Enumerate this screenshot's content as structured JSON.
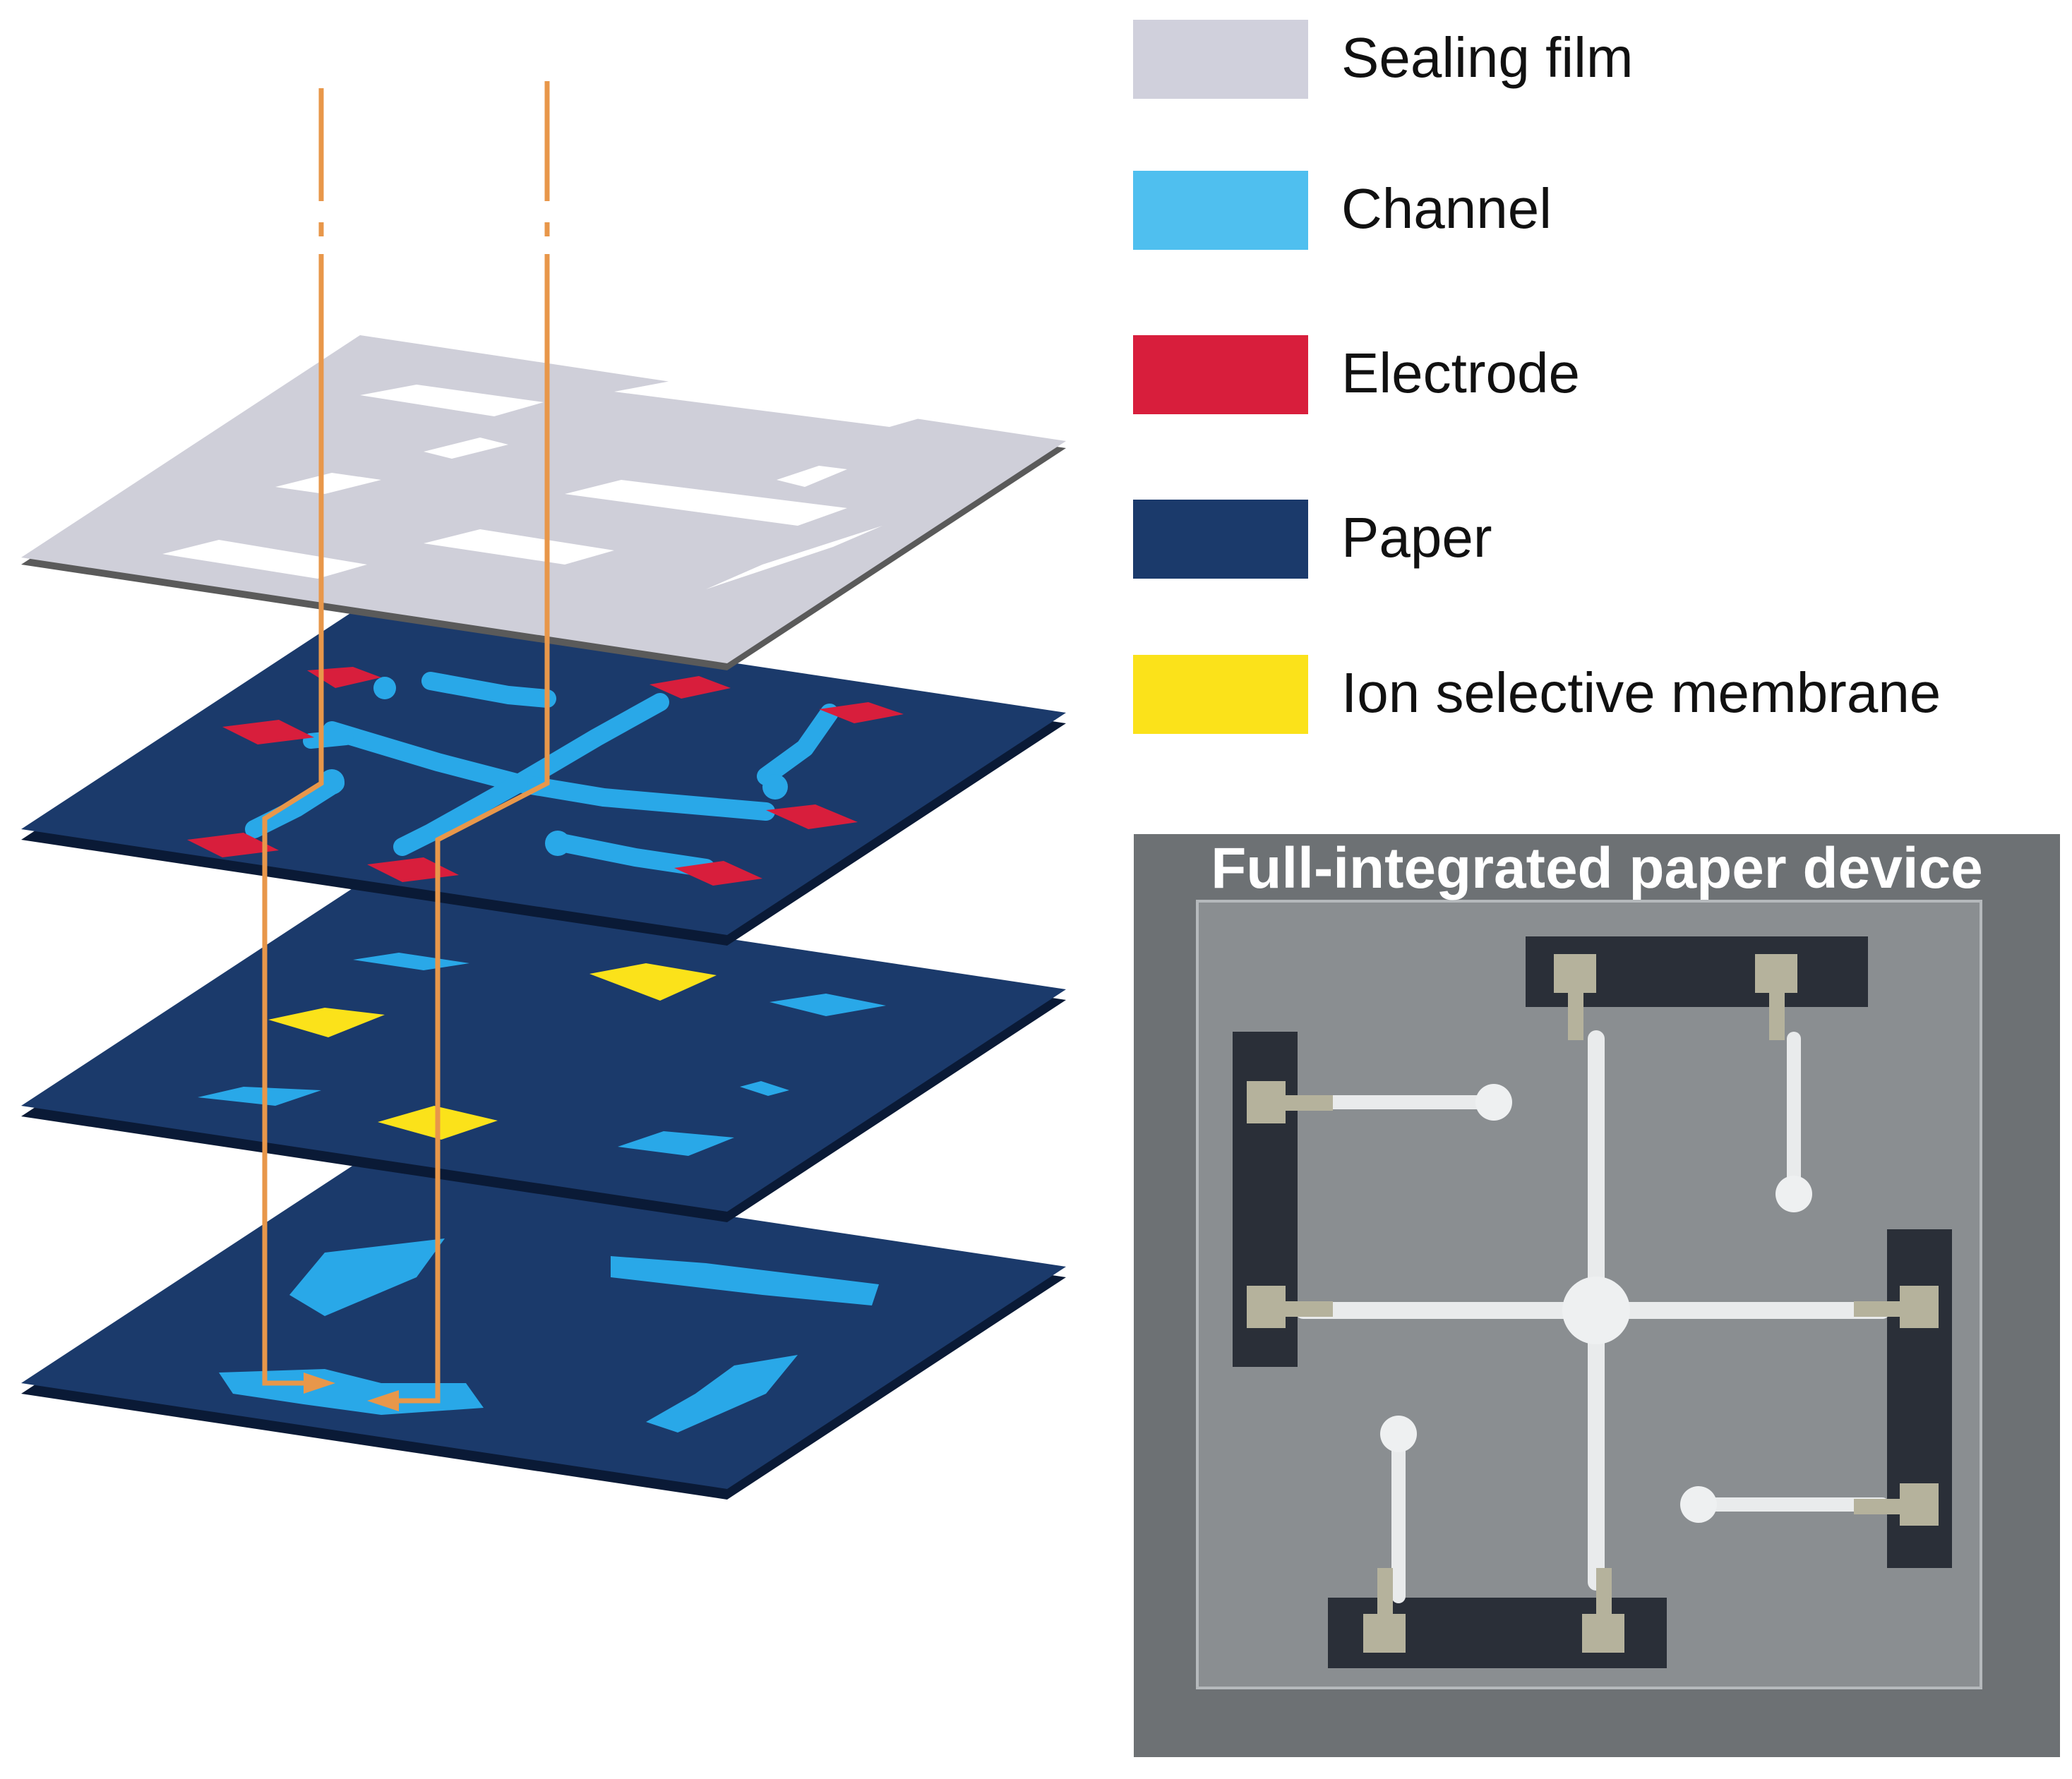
{
  "legend": {
    "items": [
      {
        "label": "Sealing film",
        "color": "#cfcfd9"
      },
      {
        "label": "Channel",
        "color": "#4fbfef"
      },
      {
        "label": "Electrode",
        "color": "#d81e3c"
      },
      {
        "label": "Paper",
        "color": "#1b3a6b"
      },
      {
        "label": "Ion selective membrane",
        "color": "#fbe21a"
      }
    ]
  },
  "photo": {
    "title": "Full-integrated paper device"
  },
  "colors": {
    "sealing_film": "#cfcfd9",
    "sealing_edge": "#5a5a5a",
    "channel": "#29a8e8",
    "electrode": "#d81e3c",
    "paper": "#1b3a6b",
    "paper_edge": "#0a1a36",
    "membrane": "#fbe21a",
    "flow_line": "#e8974a"
  }
}
